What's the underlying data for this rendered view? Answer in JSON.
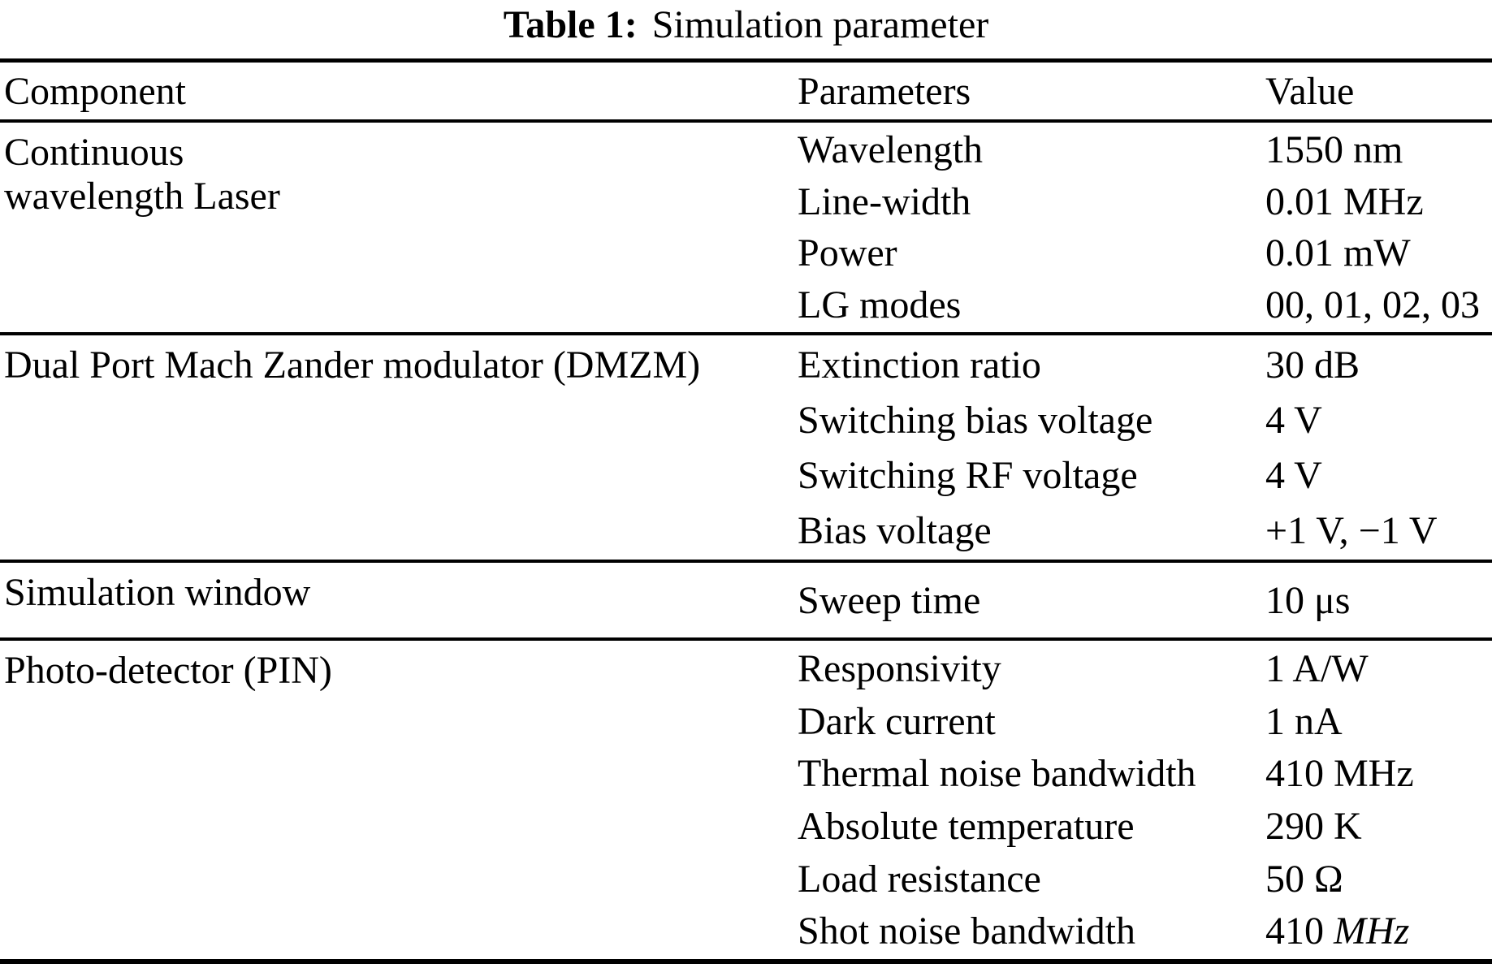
{
  "caption": {
    "label": "Table 1:",
    "text": "Simulation parameter"
  },
  "table": {
    "headers": [
      "Component",
      "Parameters",
      "Value"
    ],
    "sections": [
      {
        "component": "Continuous\nwavelength Laser",
        "rows": [
          {
            "param": "Wavelength",
            "value": "1550 nm"
          },
          {
            "param": "Line-width",
            "value": "0.01 MHz"
          },
          {
            "param": "Power",
            "value": "0.01 mW"
          },
          {
            "param": "LG modes",
            "value": "00, 01, 02, 03"
          }
        ]
      },
      {
        "component": "Dual Port Mach Zander modulator (DMZM)",
        "rows": [
          {
            "param": "Extinction ratio",
            "value": "30 dB"
          },
          {
            "param": "Switching bias voltage",
            "value": "4 V"
          },
          {
            "param": "Switching RF voltage",
            "value": "4 V"
          },
          {
            "param": "Bias voltage",
            "value": "+1 V, −1 V"
          }
        ]
      },
      {
        "component": "Simulation window",
        "rows": [
          {
            "param": "Sweep time",
            "value": "10 μs"
          }
        ]
      },
      {
        "component": "Photo-detector (PIN)",
        "rows": [
          {
            "param": "Responsivity",
            "value": "1 A/W"
          },
          {
            "param": "Dark current",
            "value": "1 nA"
          },
          {
            "param": "Thermal noise bandwidth",
            "value": "410 MHz"
          },
          {
            "param": "Absolute temperature",
            "value": "290 K"
          },
          {
            "param": "Load resistance",
            "value": "50 Ω"
          },
          {
            "param": "Shot noise bandwidth",
            "value": "410 ",
            "value_italic": "MHz"
          }
        ]
      }
    ]
  }
}
